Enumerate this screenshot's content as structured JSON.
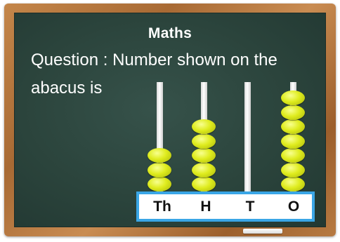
{
  "board": {
    "title": "Maths",
    "question_line1": "Question : Number shown on the",
    "question_line2": "abacus is"
  },
  "abacus": {
    "columns": [
      {
        "label": "Th",
        "beads": 3
      },
      {
        "label": "H",
        "beads": 5
      },
      {
        "label": "T",
        "beads": 0
      },
      {
        "label": "O",
        "beads": 7
      }
    ]
  },
  "colors": {
    "board": "#2b443c",
    "frame": "#b77a42",
    "bead": "#dfec1e",
    "label_border": "#3aa6e6"
  }
}
